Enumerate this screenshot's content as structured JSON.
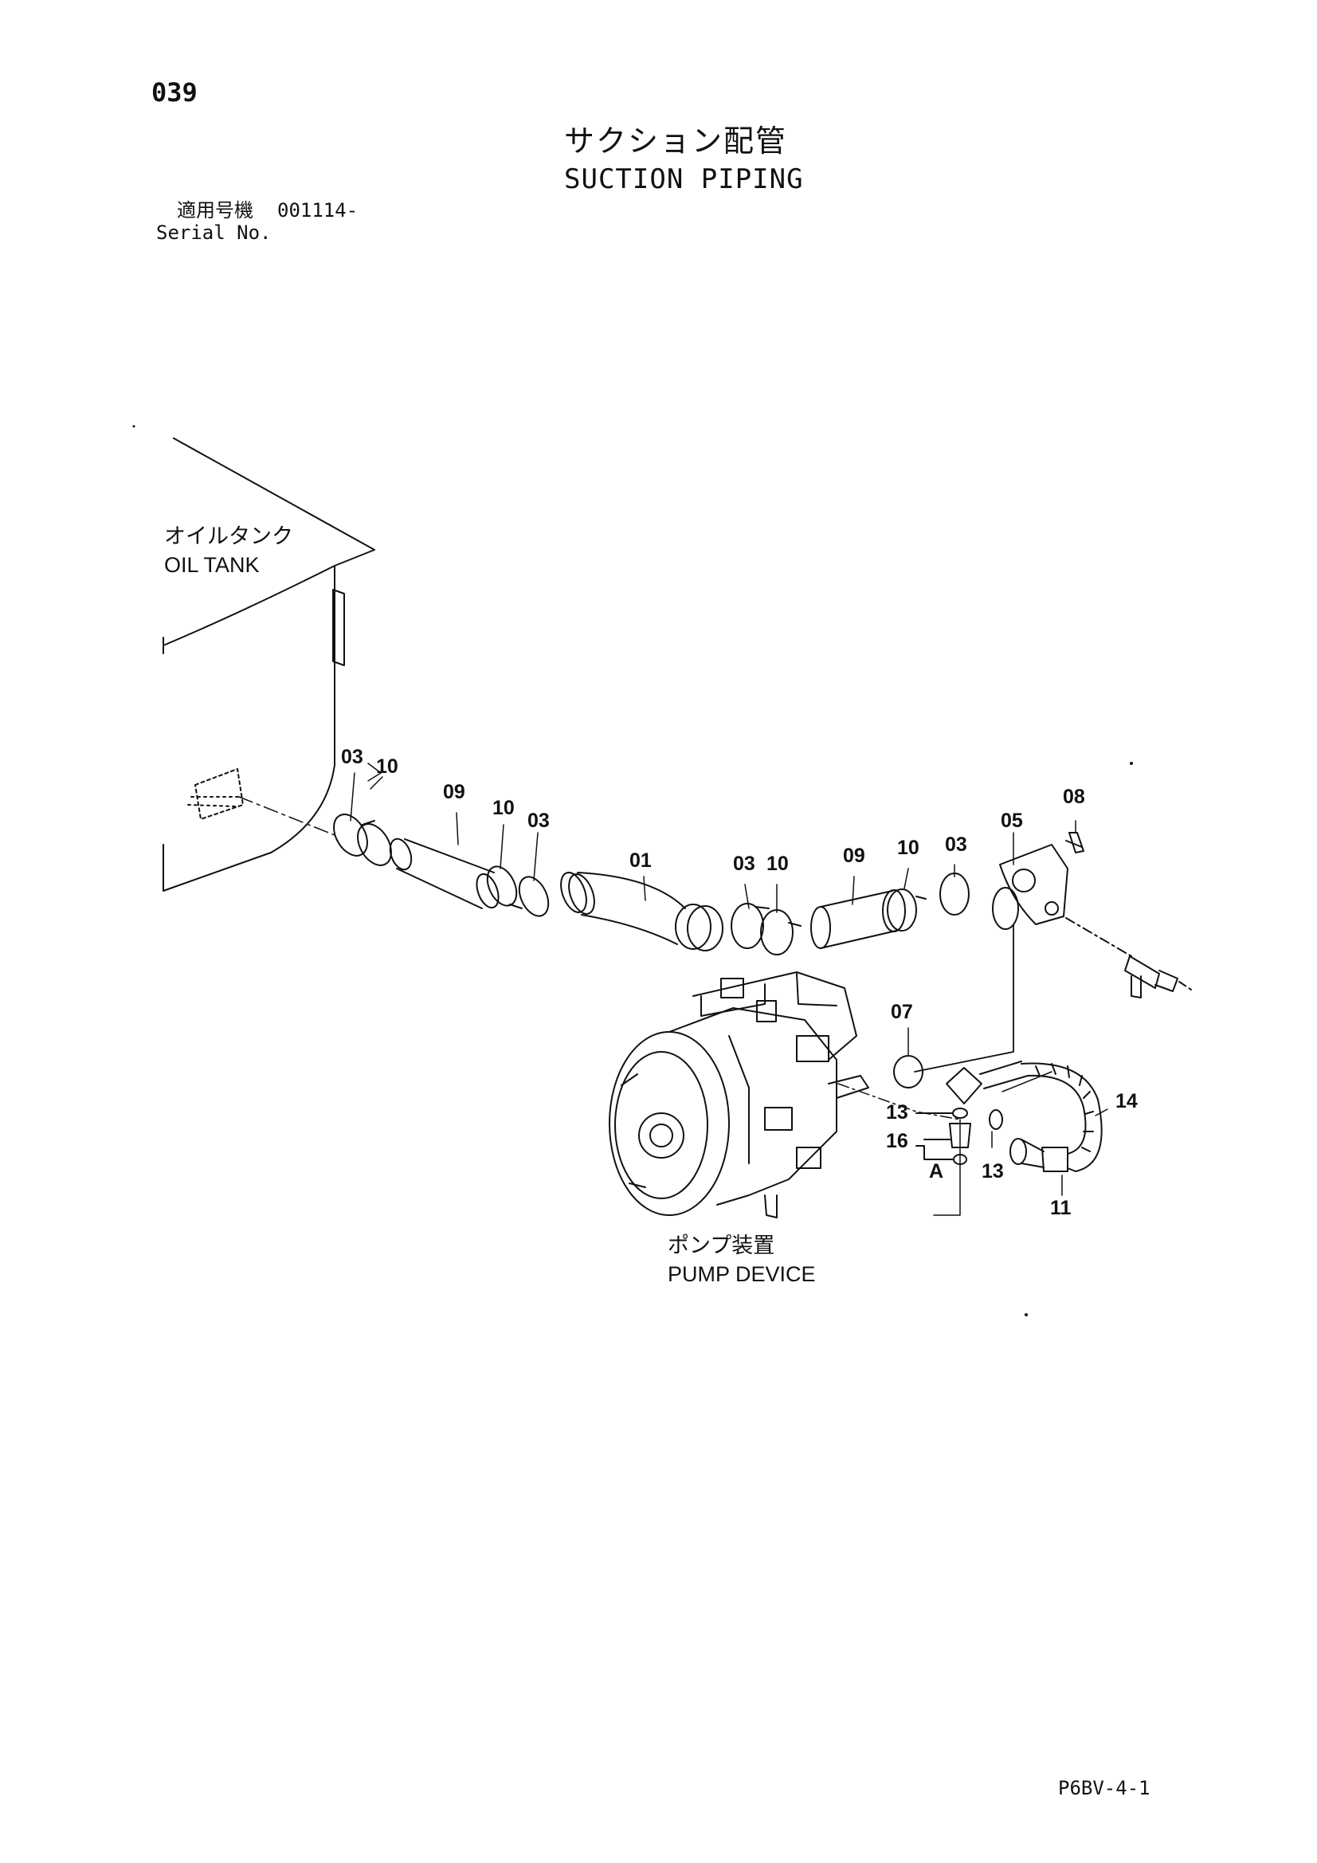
{
  "page_number": "039",
  "title_jp": "サクション配管",
  "title_en": "SUCTION PIPING",
  "serial": {
    "label_jp": "適用号機",
    "value": "001114-",
    "label_en": "Serial No."
  },
  "components": {
    "oil_tank": {
      "jp": "オイルタンク",
      "en": "OIL TANK"
    },
    "pump_device": {
      "jp": "ポンプ装置",
      "en": "PUMP DEVICE"
    }
  },
  "part_numbers": {
    "p01": "01",
    "p03a": "03",
    "p10a": "10",
    "p09a": "09",
    "p10b": "10",
    "p03b": "03",
    "p03c": "03",
    "p10c": "10",
    "p09b": "09",
    "p10d": "10",
    "p03d": "03",
    "p05": "05",
    "p08": "08",
    "p07": "07",
    "p13a": "13",
    "p16": "16",
    "pA": "A",
    "p13b": "13",
    "p14": "14",
    "p11": "11"
  },
  "drawing_code": "P6BV-4-1",
  "colors": {
    "ink": "#111111",
    "paper": "#ffffff"
  }
}
